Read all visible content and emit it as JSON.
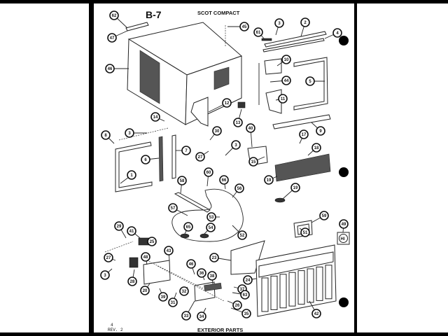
{
  "header": {
    "sheet_id": "B-7",
    "model_title": "SCOT COMPACT"
  },
  "footer": {
    "page_number": "4",
    "revision": "REV. 2",
    "section_title": "EXTERIOR PARTS"
  },
  "badge_text": "HI",
  "colors": {
    "ink": "#111111",
    "paper": "#ffffff",
    "frame": "#000000"
  },
  "callouts": [
    {
      "id": "c62",
      "label": "62"
    },
    {
      "id": "c47",
      "label": "47"
    },
    {
      "id": "c45",
      "label": "45"
    },
    {
      "id": "c61",
      "label": "61"
    },
    {
      "id": "c3a",
      "label": "3"
    },
    {
      "id": "c2",
      "label": "2"
    },
    {
      "id": "c4",
      "label": "4"
    },
    {
      "id": "c46",
      "label": "46"
    },
    {
      "id": "c10",
      "label": "10"
    },
    {
      "id": "c44",
      "label": "44"
    },
    {
      "id": "c5",
      "label": "5"
    },
    {
      "id": "c11",
      "label": "11"
    },
    {
      "id": "c12",
      "label": "12"
    },
    {
      "id": "c14",
      "label": "14"
    },
    {
      "id": "c13",
      "label": "13"
    },
    {
      "id": "c9",
      "label": "9"
    },
    {
      "id": "c8",
      "label": "8"
    },
    {
      "id": "c3b",
      "label": "3"
    },
    {
      "id": "c30",
      "label": "30"
    },
    {
      "id": "c40",
      "label": "40"
    },
    {
      "id": "c17",
      "label": "17"
    },
    {
      "id": "c18",
      "label": "18"
    },
    {
      "id": "c6",
      "label": "6"
    },
    {
      "id": "c7",
      "label": "7"
    },
    {
      "id": "c27a",
      "label": "27"
    },
    {
      "id": "c3c",
      "label": "3"
    },
    {
      "id": "c15",
      "label": "15"
    },
    {
      "id": "c1",
      "label": "1"
    },
    {
      "id": "c58",
      "label": "58"
    },
    {
      "id": "c60",
      "label": "60"
    },
    {
      "id": "c66",
      "label": "66"
    },
    {
      "id": "c56",
      "label": "56"
    },
    {
      "id": "c19a",
      "label": "19"
    },
    {
      "id": "c19b",
      "label": "19"
    },
    {
      "id": "c57",
      "label": "57"
    },
    {
      "id": "c53",
      "label": "53"
    },
    {
      "id": "c65",
      "label": "65"
    },
    {
      "id": "c54",
      "label": "54"
    },
    {
      "id": "c52",
      "label": "52"
    },
    {
      "id": "c29",
      "label": "29"
    },
    {
      "id": "c25",
      "label": "25"
    },
    {
      "id": "c59",
      "label": "59"
    },
    {
      "id": "c51",
      "label": "51"
    },
    {
      "id": "c49",
      "label": "49"
    },
    {
      "id": "c27b",
      "label": "27"
    },
    {
      "id": "c3d",
      "label": "3"
    },
    {
      "id": "c43",
      "label": "43"
    },
    {
      "id": "c48",
      "label": "48"
    },
    {
      "id": "c23",
      "label": "23"
    },
    {
      "id": "c28",
      "label": "28"
    },
    {
      "id": "c41",
      "label": "41"
    },
    {
      "id": "c46b",
      "label": "46"
    },
    {
      "id": "c36",
      "label": "36"
    },
    {
      "id": "c38",
      "label": "38"
    },
    {
      "id": "c24",
      "label": "24"
    },
    {
      "id": "c20",
      "label": "20"
    },
    {
      "id": "c39",
      "label": "39"
    },
    {
      "id": "c37",
      "label": "37"
    },
    {
      "id": "c31",
      "label": "31"
    },
    {
      "id": "c32",
      "label": "32"
    },
    {
      "id": "c63",
      "label": "63"
    },
    {
      "id": "c35",
      "label": "35"
    },
    {
      "id": "c26",
      "label": "26"
    },
    {
      "id": "c33",
      "label": "33"
    },
    {
      "id": "c34",
      "label": "34"
    },
    {
      "id": "c42",
      "label": "42"
    }
  ]
}
